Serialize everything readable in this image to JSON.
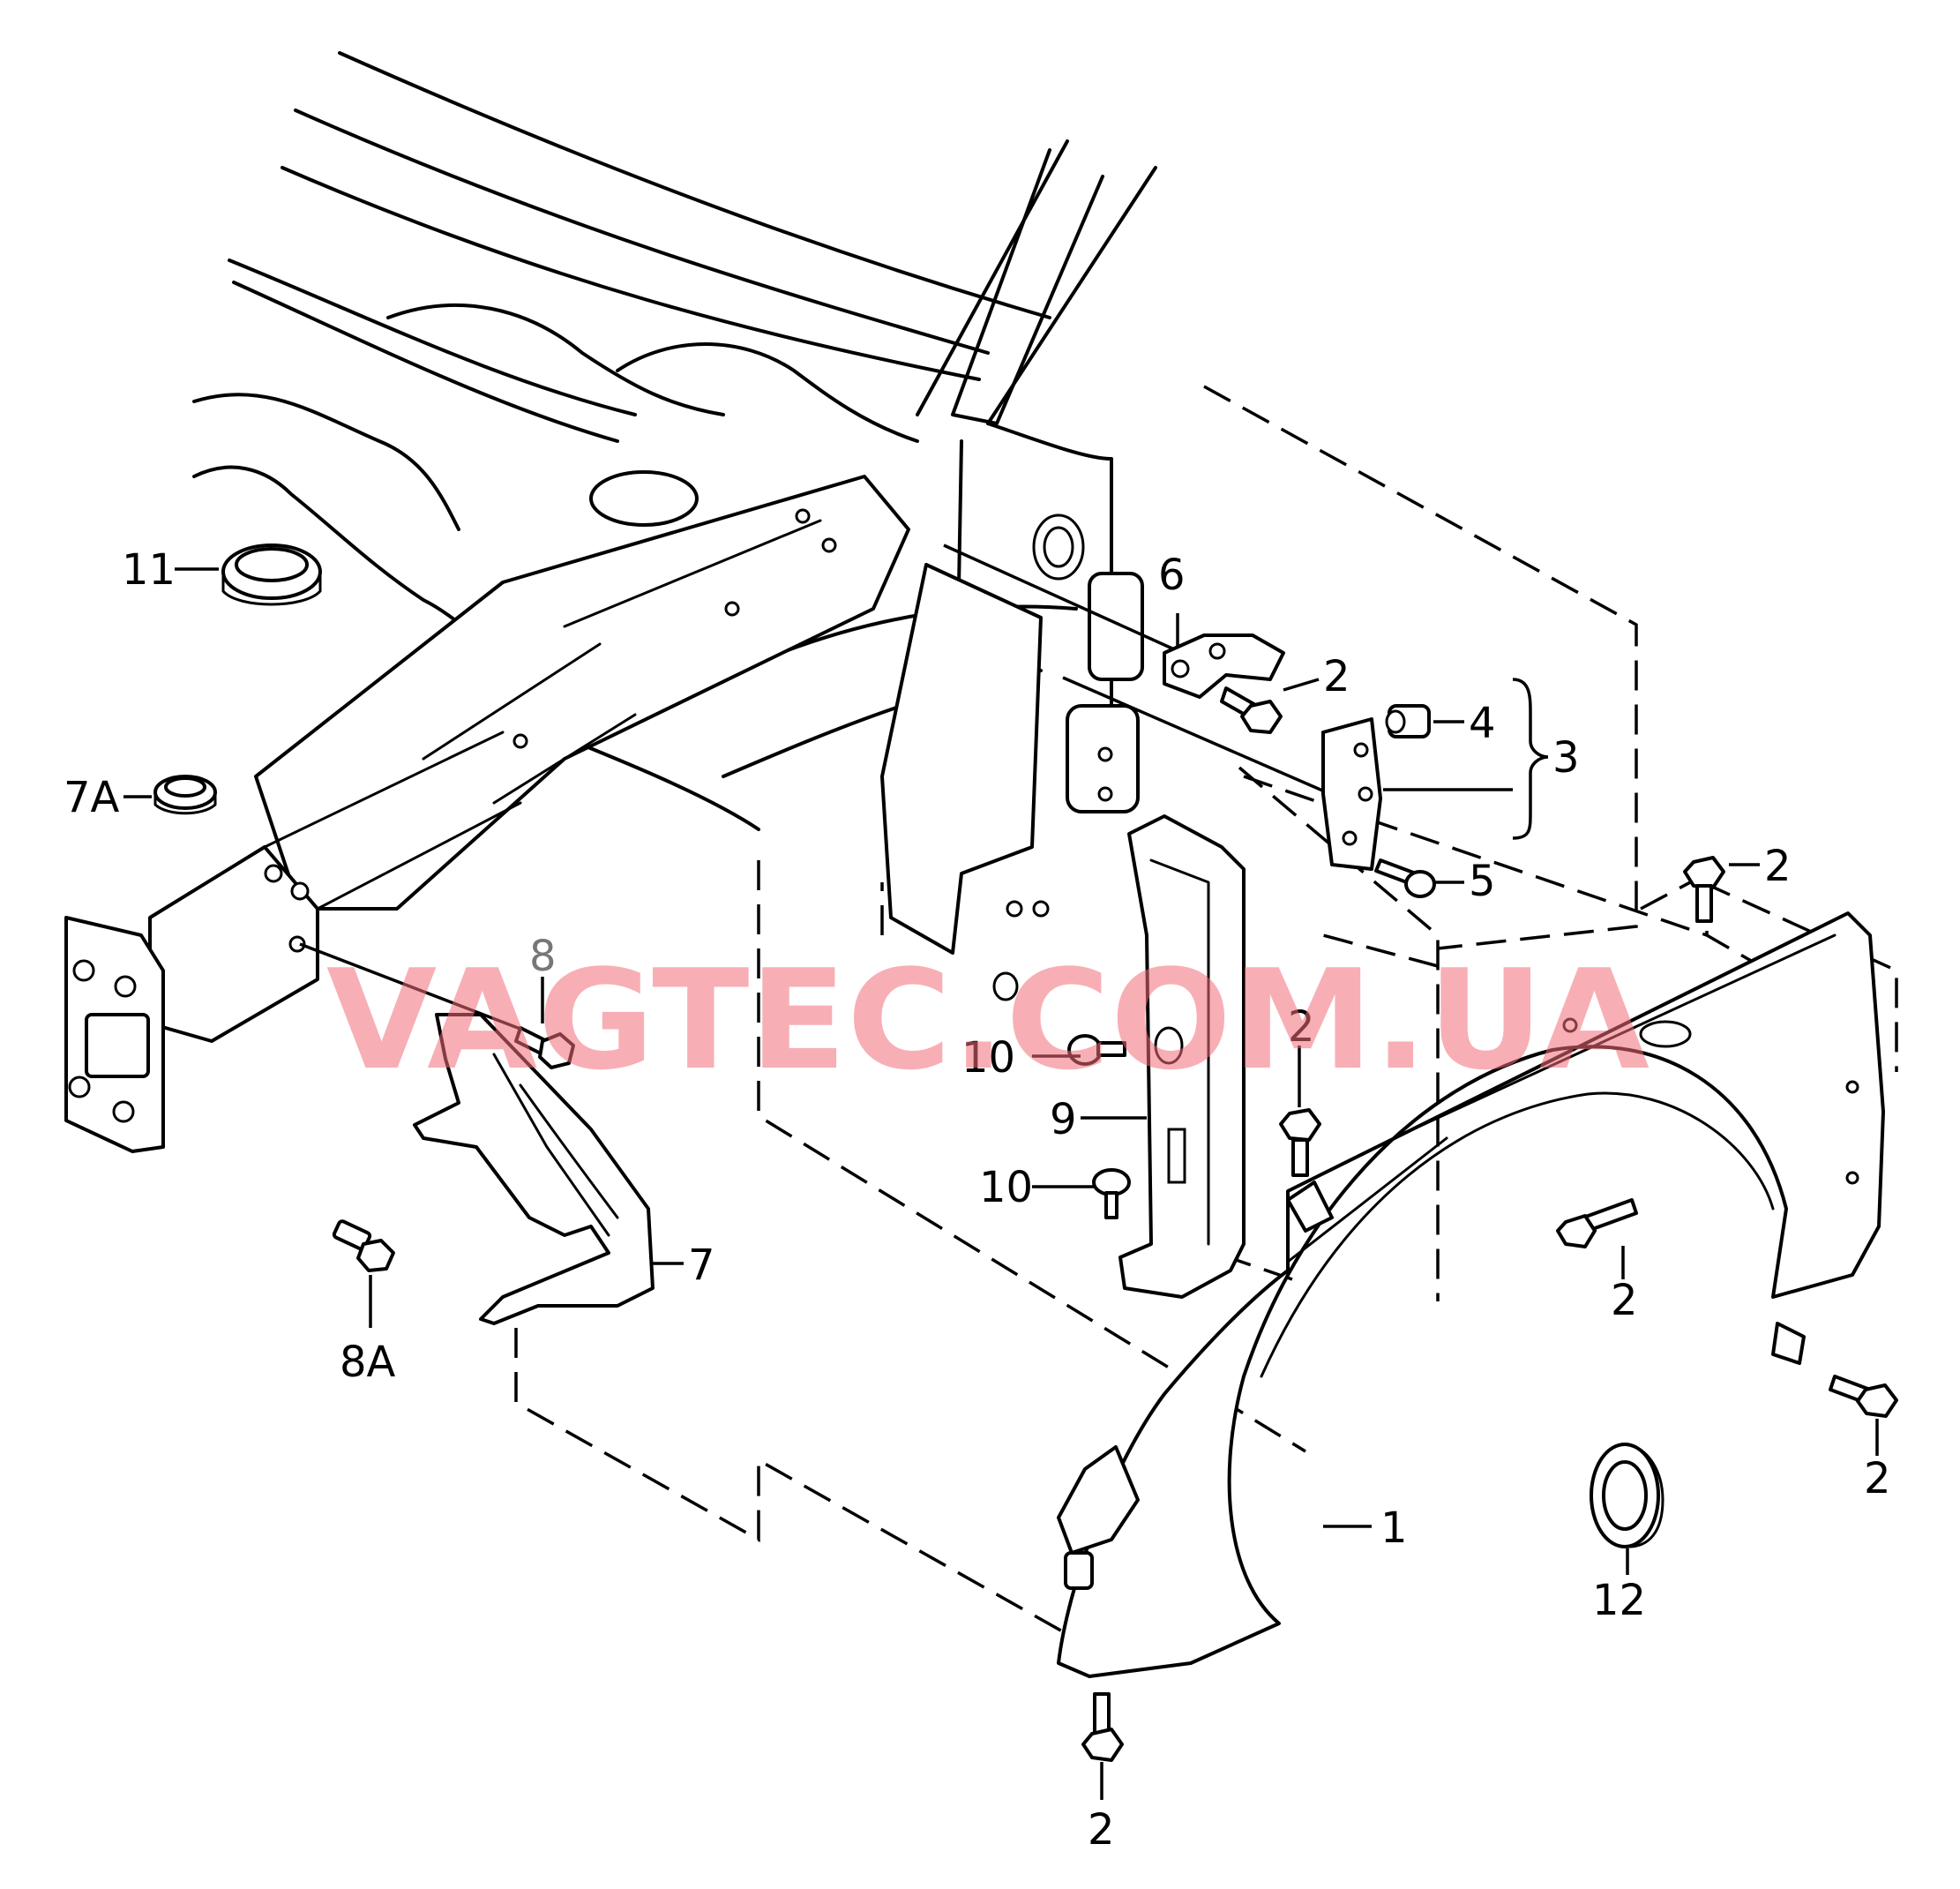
{
  "watermark": "VAGTEC.COM.UA",
  "callouts": {
    "c1": "1",
    "c2": "2",
    "c3": "3",
    "c4": "4",
    "c5": "5",
    "c6": "6",
    "c7": "7",
    "c7a": "7A",
    "c8": "8",
    "c8a": "8A",
    "c9": "9",
    "c10": "10",
    "c11": "11",
    "c12": "12"
  },
  "colors": {
    "line": "#000000",
    "background": "#ffffff",
    "watermark": "#f06e78",
    "callout_8": "#777777"
  }
}
